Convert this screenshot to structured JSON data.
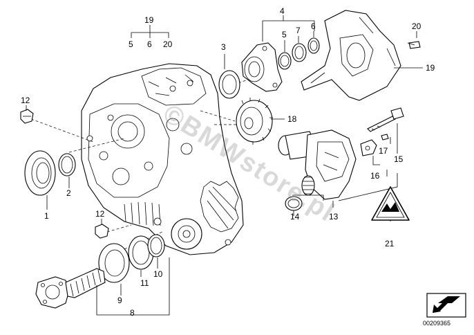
{
  "diagram": {
    "id": "00209365",
    "watermark": "©BMWstore.pl",
    "colors": {
      "ink": "#000000",
      "background": "#ffffff",
      "watermark": "#787878"
    },
    "callouts": {
      "c1": "1",
      "c2": "2",
      "c3": "3",
      "c4": "4",
      "c5a": "5",
      "c5b": "5",
      "c6a": "6",
      "c6b": "6",
      "c7": "7",
      "c8": "8",
      "c9": "9",
      "c10": "10",
      "c11": "11",
      "c12a": "12",
      "c12b": "12",
      "c13": "13",
      "c14": "14",
      "c15": "15",
      "c16": "16",
      "c17": "17",
      "c18": "18",
      "c19a": "19",
      "c19b": "19",
      "c20a": "20",
      "c20b": "20",
      "c21": "21"
    },
    "icons": {
      "warning_symbol": "triangle-warning-icon",
      "navigation": "arrow-down-left-icon"
    }
  }
}
